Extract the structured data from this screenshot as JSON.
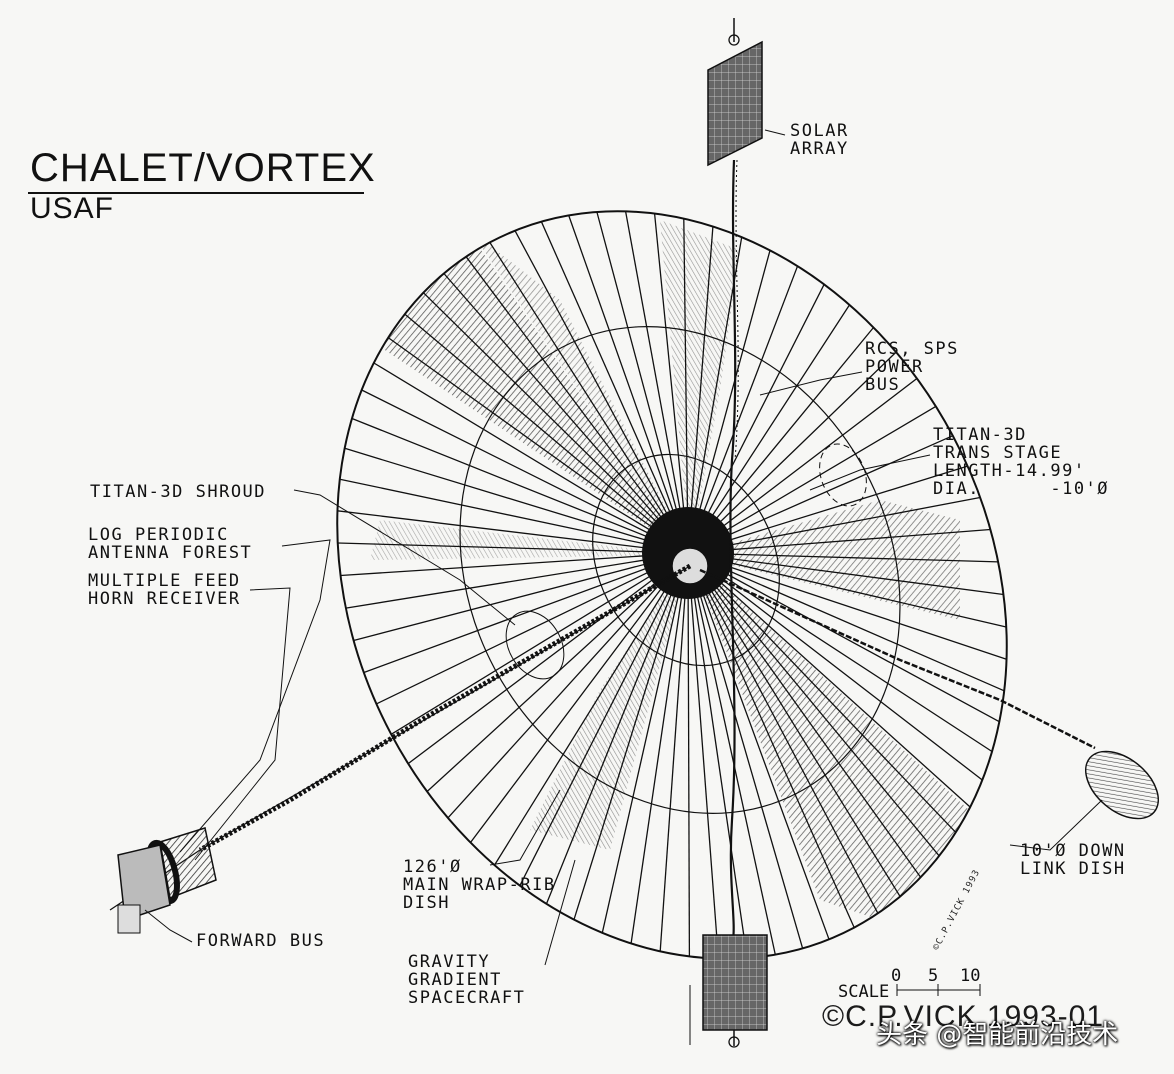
{
  "title": "CHALET/VORTEX",
  "subtitle": "USAF",
  "labels": {
    "solar_array": [
      "SOLAR",
      "ARRAY"
    ],
    "power_bus": [
      "RCS, SPS",
      "POWER",
      "BUS"
    ],
    "trans_stage": [
      "TITAN-3D",
      "TRANS STAGE",
      "LENGTH-14.99'",
      "DIA.      -10'Ø"
    ],
    "shroud": "TITAN-3D SHROUD",
    "log_periodic": [
      "LOG PERIODIC",
      "ANTENNA FOREST"
    ],
    "feed_horn": [
      "MULTIPLE FEED",
      "HORN RECEIVER"
    ],
    "main_dish": [
      "126'Ø",
      "MAIN WRAP-RIB",
      "DISH"
    ],
    "gravity": [
      "GRAVITY",
      "GRADIENT",
      "SPACECRAFT"
    ],
    "downlink": [
      "10'Ø DOWN",
      "LINK DISH"
    ],
    "forward_bus": "FORWARD BUS"
  },
  "scale": {
    "label": "SCALE",
    "ticks": [
      "0",
      "5",
      "10"
    ]
  },
  "signature": "©C.P.VICK 1993",
  "copyright": "©C.P.VICK 1993-01",
  "watermark": "头条 @智能前沿技术",
  "colors": {
    "ink": "#111111",
    "paper": "#f7f7f5",
    "shade": "#555555"
  }
}
